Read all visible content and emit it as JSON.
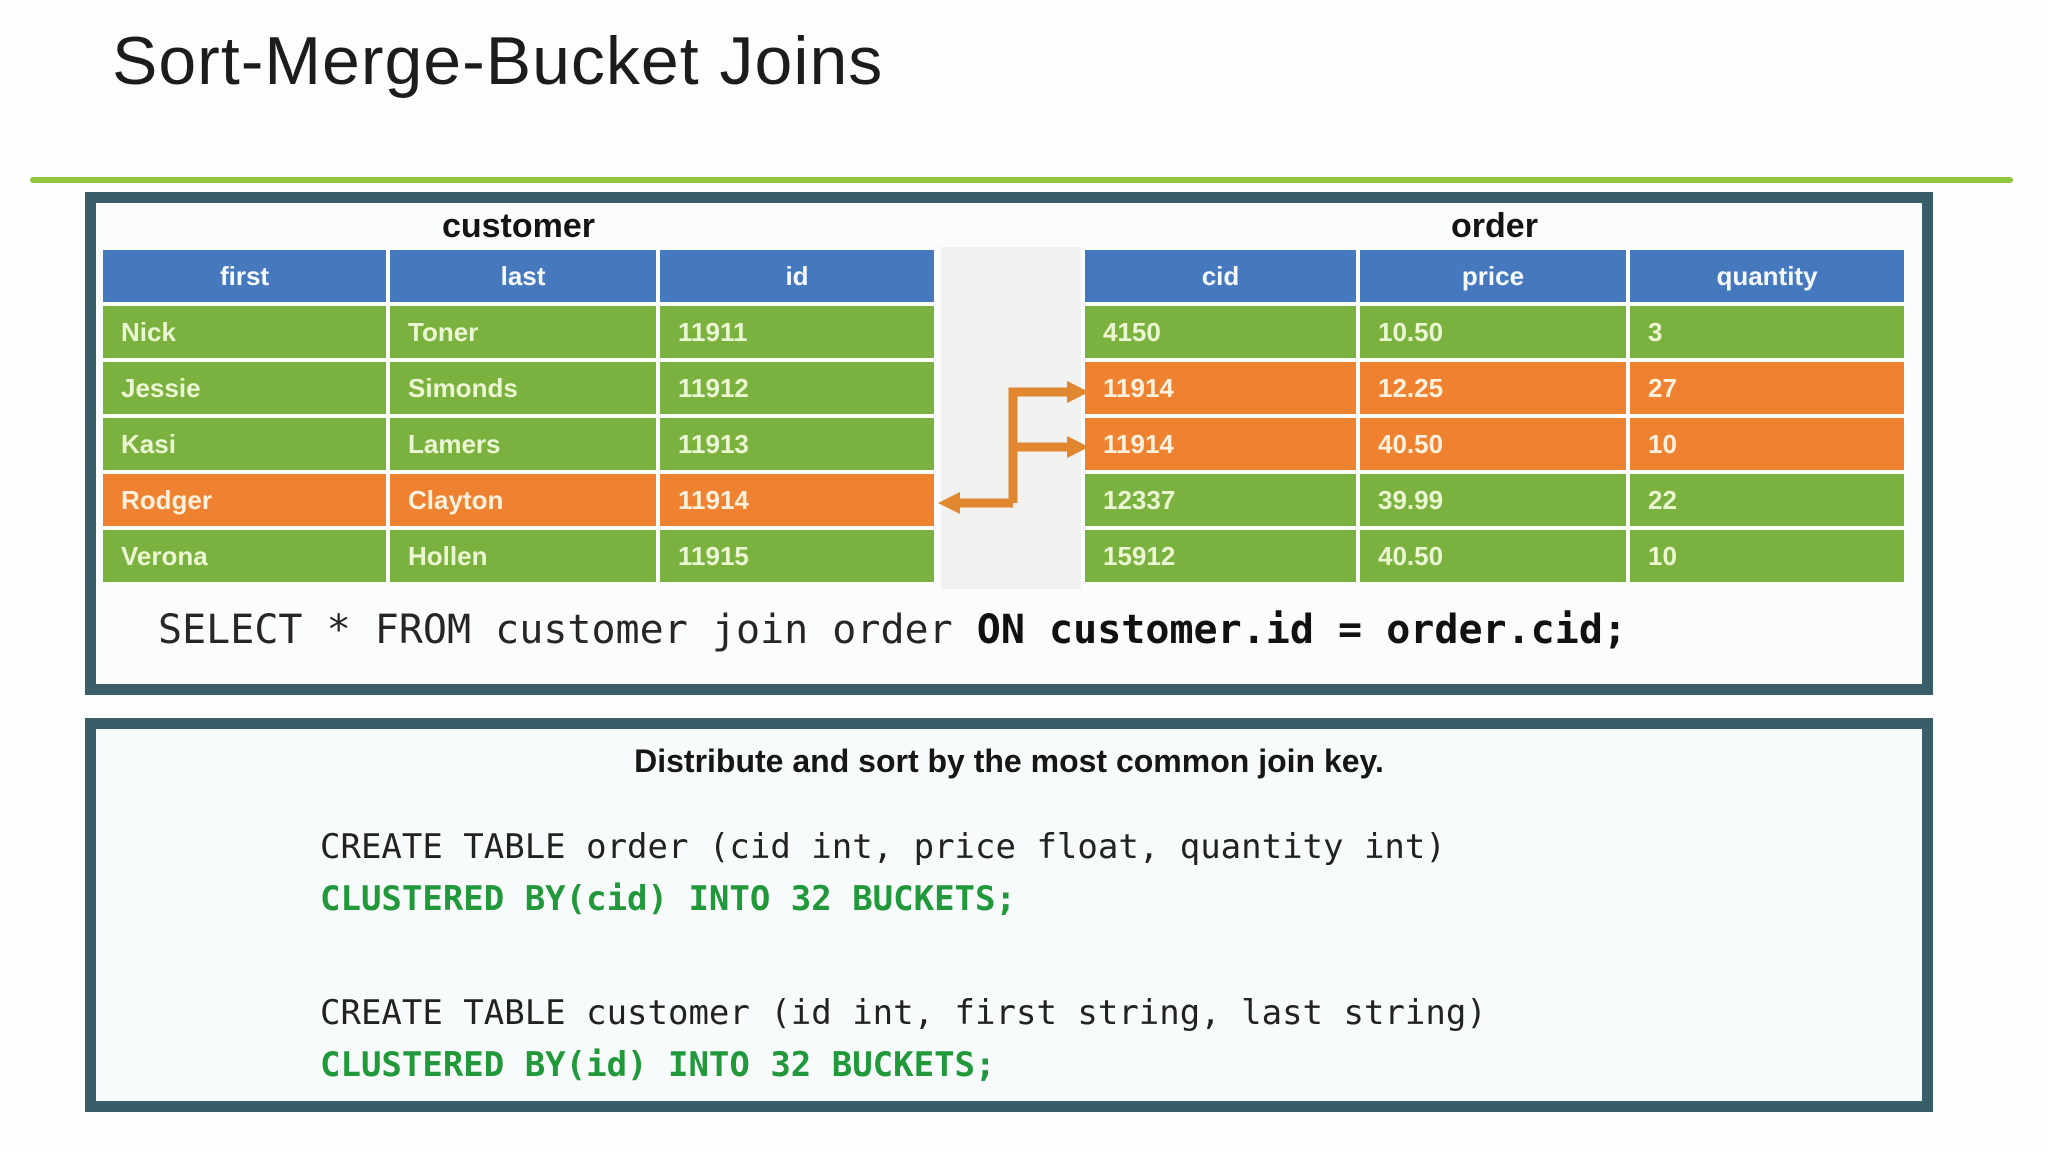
{
  "slide": {
    "title": "Sort-Merge-Bucket Joins"
  },
  "colors": {
    "accent_green": "#8fc63e",
    "panel_border": "#3a5e68",
    "header_blue": "#4678be",
    "row_green": "#7bb23f",
    "row_orange": "#ee8230",
    "arrow_orange": "#e1872f",
    "code_green": "#21993b"
  },
  "join_example": {
    "customer_table": {
      "title": "customer",
      "columns": [
        "first",
        "last",
        "id"
      ],
      "rows": [
        {
          "first": "Nick",
          "last": "Toner",
          "id": "11911",
          "highlight": false
        },
        {
          "first": "Jessie",
          "last": "Simonds",
          "id": "11912",
          "highlight": false
        },
        {
          "first": "Kasi",
          "last": "Lamers",
          "id": "11913",
          "highlight": false
        },
        {
          "first": "Rodger",
          "last": "Clayton",
          "id": "11914",
          "highlight": true
        },
        {
          "first": "Verona",
          "last": "Hollen",
          "id": "11915",
          "highlight": false
        }
      ]
    },
    "order_table": {
      "title": "order",
      "columns": [
        "cid",
        "price",
        "quantity"
      ],
      "rows": [
        {
          "cid": "4150",
          "price": "10.50",
          "quantity": "3",
          "highlight": false
        },
        {
          "cid": "11914",
          "price": "12.25",
          "quantity": "27",
          "highlight": true
        },
        {
          "cid": "11914",
          "price": "40.50",
          "quantity": "10",
          "highlight": true
        },
        {
          "cid": "12337",
          "price": "39.99",
          "quantity": "22",
          "highlight": false
        },
        {
          "cid": "15912",
          "price": "40.50",
          "quantity": "10",
          "highlight": false
        }
      ]
    },
    "select_statement": {
      "normal": "SELECT * FROM customer join order ",
      "emphasis": "ON customer.id = order.cid;"
    }
  },
  "bucket_box": {
    "heading": "Distribute and sort by the most common join key.",
    "statements": [
      {
        "create": "CREATE TABLE order (cid int, price float, quantity int)",
        "clustered": "CLUSTERED BY(cid) INTO 32 BUCKETS;"
      },
      {
        "create": "CREATE TABLE customer (id int, first string, last string)",
        "clustered": "CLUSTERED BY(id) INTO 32 BUCKETS;"
      }
    ]
  }
}
